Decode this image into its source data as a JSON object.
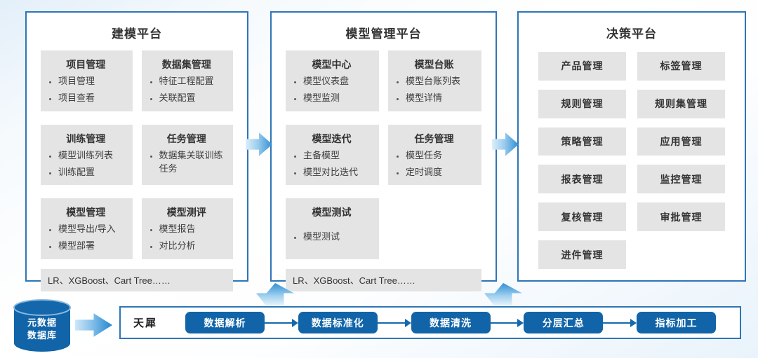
{
  "colors": {
    "platform_border": "#2e75b6",
    "module_background": "#e4e4e4",
    "step_button_blue": "#1164a8",
    "gradient_arrow_blue": "#2f8fd4",
    "text_dark": "#333333"
  },
  "platforms": [
    {
      "title": "建模平台",
      "modules": [
        {
          "title": "项目管理",
          "items": [
            "项目管理",
            "项目查看"
          ]
        },
        {
          "title": "数据集管理",
          "items": [
            "特征工程配置",
            "关联配置"
          ]
        },
        {
          "title": "训练管理",
          "items": [
            "模型训练列表",
            "训练配置"
          ]
        },
        {
          "title": "任务管理",
          "items": [
            "数据集关联训练任务"
          ]
        },
        {
          "title": "模型管理",
          "items": [
            "模型导出/导入",
            "模型部署"
          ]
        },
        {
          "title": "模型测评",
          "items": [
            "模型报告",
            "对比分析"
          ]
        }
      ],
      "footer": "LR、XGBoost、Cart Tree……"
    },
    {
      "title": "模型管理平台",
      "modules": [
        {
          "title": "模型中心",
          "items": [
            "模型仪表盘",
            "模型监测"
          ]
        },
        {
          "title": "模型台账",
          "items": [
            "模型台账列表",
            "模型详情"
          ]
        },
        {
          "title": "模型迭代",
          "items": [
            "主备模型",
            "模型对比迭代"
          ]
        },
        {
          "title": "任务管理",
          "items": [
            "模型任务",
            "定时调度"
          ]
        },
        {
          "title": "模型测试",
          "items": [
            "模型测试"
          ]
        }
      ],
      "footer": "LR、XGBoost、Cart Tree……"
    },
    {
      "title": "决策平台",
      "tiles": [
        "产品管理",
        "标签管理",
        "规则管理",
        "规则集管理",
        "策略管理",
        "应用管理",
        "报表管理",
        "监控管理",
        "复核管理",
        "审批管理",
        "进件管理"
      ]
    }
  ],
  "datasource": {
    "line1": "元数据",
    "line2": "数据库"
  },
  "pipeline": {
    "label": "天犀",
    "steps": [
      "数据解析",
      "数据标准化",
      "数据清洗",
      "分层汇总",
      "指标加工"
    ]
  },
  "icons": {
    "database": "database-icon",
    "flow_arrows": "arrow-right-icon / arrow-up-icon"
  }
}
